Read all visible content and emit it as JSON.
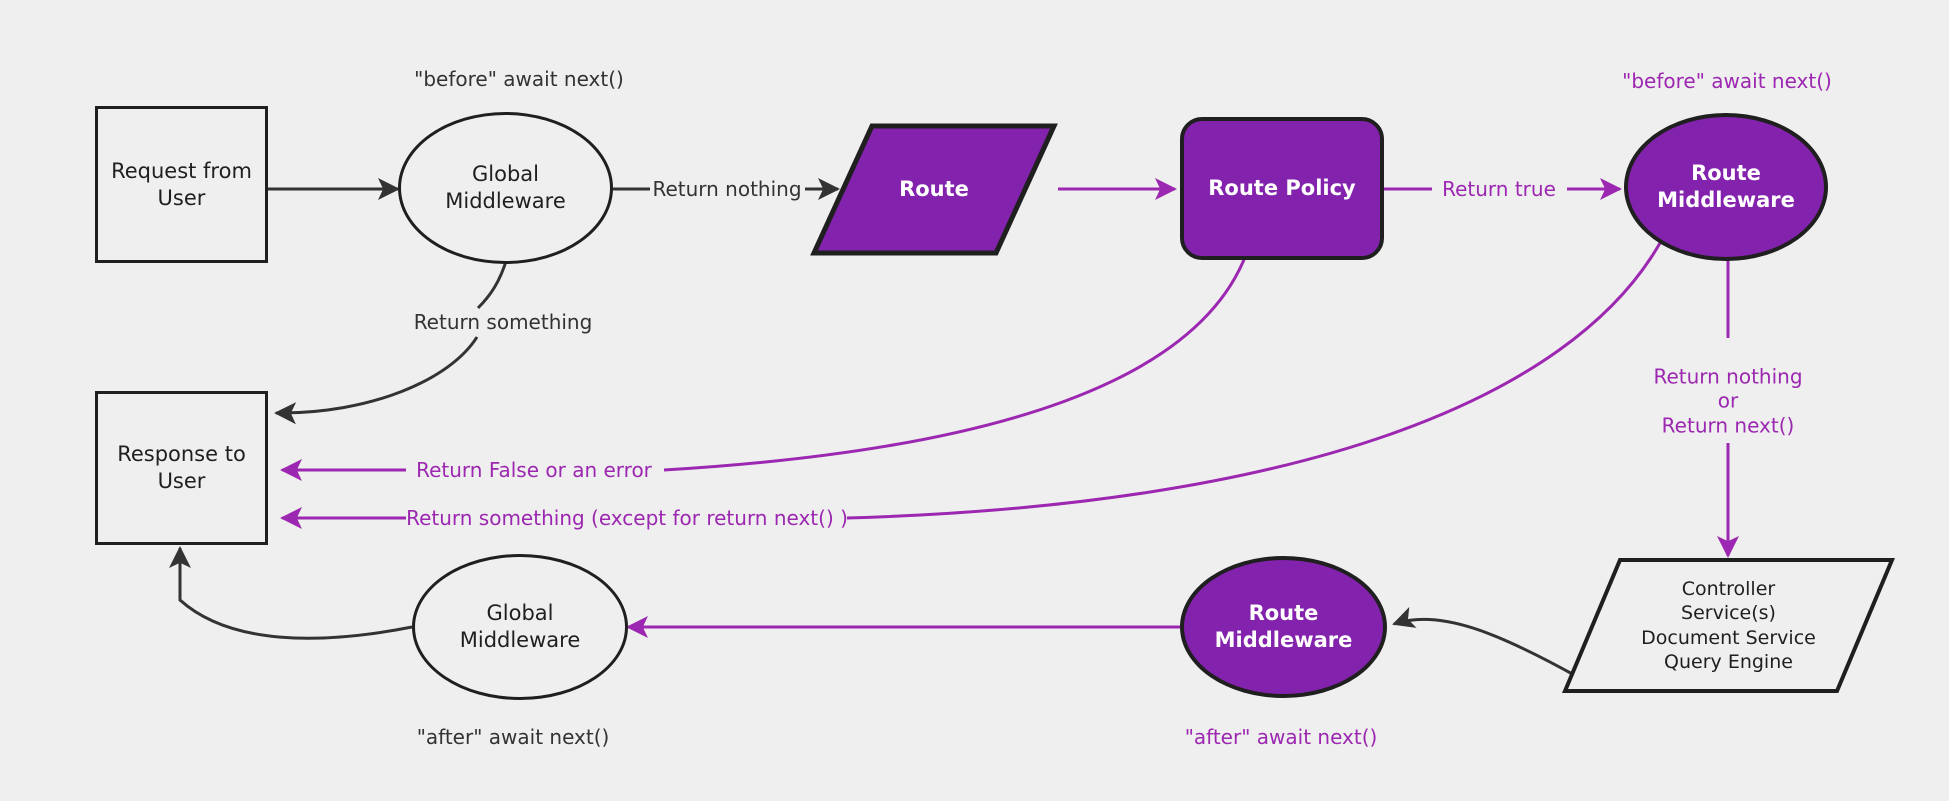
{
  "diagram": {
    "title": "Middleware request lifecycle flow",
    "background_color": "#efefef",
    "colors": {
      "purple_fill": "#8322ac",
      "purple_line": "#9c27b0",
      "dark_line": "#333333",
      "node_stroke": "#1f1f1f",
      "white_text": "#ffffff"
    },
    "nodes": [
      {
        "id": "request-from-user",
        "label": "Request from\nUser",
        "shape": "rectangle",
        "fill": "none"
      },
      {
        "id": "global-middleware-top",
        "label": "Global\nMiddleware",
        "shape": "ellipse",
        "fill": "none"
      },
      {
        "id": "route",
        "label": "Route",
        "shape": "parallelogram",
        "fill": "purple"
      },
      {
        "id": "route-policy",
        "label": "Route Policy",
        "shape": "rounded-rect",
        "fill": "purple"
      },
      {
        "id": "route-middleware-top",
        "label": "Route\nMiddleware",
        "shape": "ellipse",
        "fill": "purple"
      },
      {
        "id": "response-to-user",
        "label": "Response to\nUser",
        "shape": "rectangle",
        "fill": "none"
      },
      {
        "id": "controller-stack",
        "label": "Controller\nService(s)\nDocument Service\nQuery Engine",
        "shape": "parallelogram",
        "fill": "none"
      },
      {
        "id": "route-middleware-bottom",
        "label": "Route\nMiddleware",
        "shape": "ellipse",
        "fill": "purple"
      },
      {
        "id": "global-middleware-bottom",
        "label": "Global\nMiddleware",
        "shape": "ellipse",
        "fill": "none"
      }
    ],
    "annotations": [
      {
        "id": "before-await-next-global",
        "text": "\"before\" await next()",
        "color": "dark"
      },
      {
        "id": "before-await-next-route",
        "text": "\"before\" await next()",
        "color": "purple"
      },
      {
        "id": "after-await-next-global",
        "text": "\"after\" await next()",
        "color": "dark"
      },
      {
        "id": "after-await-next-route",
        "text": "\"after\" await next()",
        "color": "purple"
      }
    ],
    "edge_labels": [
      {
        "id": "return-nothing",
        "text": "Return nothing",
        "color": "dark"
      },
      {
        "id": "return-something-top",
        "text": "Return something",
        "color": "dark"
      },
      {
        "id": "return-true",
        "text": "Return true",
        "color": "purple"
      },
      {
        "id": "return-false-or-error",
        "text": "Return False or an error",
        "color": "purple"
      },
      {
        "id": "return-something-except",
        "text": "Return something (except for return next() )",
        "color": "purple"
      },
      {
        "id": "return-nothing-or-next",
        "text": "Return nothing\nor\nReturn next()",
        "color": "purple"
      }
    ]
  }
}
